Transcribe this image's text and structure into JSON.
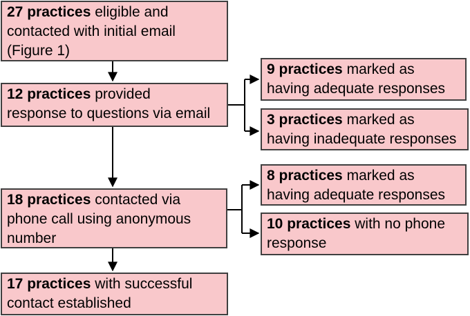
{
  "diagram": {
    "description": "Recruitment flowchart of practices contacted by email and phone",
    "colors": {
      "background": "#ffffff",
      "box_fill": "#f9c8cb",
      "box_border": "#3f3f3f",
      "arrow": "#000000"
    },
    "nodes": [
      {
        "id": "eligible-contacted",
        "bold": "27 practices",
        "rest": " eligible and\ncontacted with initial email\n(Figure 1)"
      },
      {
        "id": "email-response",
        "bold": "12 practices",
        "rest": " provided\nresponse to questions via email"
      },
      {
        "id": "email-adequate",
        "bold": "9 practices",
        "rest": " marked as\nhaving adequate responses"
      },
      {
        "id": "email-inadequate",
        "bold": "3 practices",
        "rest": " marked as\nhaving inadequate responses"
      },
      {
        "id": "phone-contacted",
        "bold": "18 practices",
        "rest": " contacted via\nphone call using anonymous\nnumber"
      },
      {
        "id": "phone-adequate",
        "bold": "8 practices",
        "rest": " marked as\nhaving adequate responses"
      },
      {
        "id": "phone-no-response",
        "bold": "10 practices",
        "rest": " with no phone\nresponse"
      },
      {
        "id": "contact-established",
        "bold": "17 practices",
        "rest": " with successful\ncontact established"
      }
    ],
    "edges": [
      {
        "from": "eligible-contacted",
        "to": "email-response",
        "type": "arrow-down"
      },
      {
        "from": "email-response",
        "to": "email-adequate",
        "type": "branch-arrow-right"
      },
      {
        "from": "email-response",
        "to": "email-inadequate",
        "type": "branch-arrow-right"
      },
      {
        "from": "email-response",
        "to": "phone-contacted",
        "type": "arrow-down"
      },
      {
        "from": "phone-contacted",
        "to": "phone-adequate",
        "type": "branch-arrow-right"
      },
      {
        "from": "phone-contacted",
        "to": "phone-no-response",
        "type": "branch-arrow-right"
      },
      {
        "from": "phone-contacted",
        "to": "contact-established",
        "type": "arrow-down"
      }
    ]
  }
}
